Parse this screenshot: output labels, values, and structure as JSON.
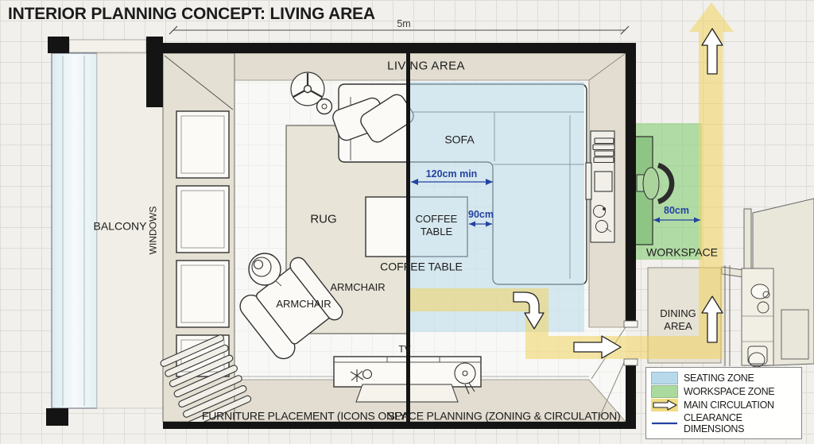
{
  "title": "INTERIOR PLANNING CONCEPT: LIVING AREA",
  "plan": {
    "room_label": "LIVING AREA",
    "balcony_label": "BALCONY",
    "windows_label": "WINDOWS",
    "sofa_label": "SOFA",
    "rug_label": "RUG",
    "coffee_table_label": "COFFEE TABLE",
    "coffee_table_caption": "COFFEE TABLE",
    "armchair_label": "ARMCHAIR",
    "armchair_caption": "ARMCHAIR",
    "tv_label": "TV",
    "workspace_label": "WORKSPACE",
    "dining_label": "DINING AREA",
    "left_half_caption": "FURNITURE PLACEMENT (ICONS ONLY)",
    "right_half_caption": "SPACE PLANNING (ZONING & CIRCULATION)"
  },
  "dimensions": {
    "room_width": "5m",
    "sofa_clearance": "120cm min",
    "table_clearance": "90cm",
    "desk_clearance": "80cm"
  },
  "legend": {
    "items": [
      {
        "label": "SEATING ZONE",
        "color": "#b8d9ea"
      },
      {
        "label": "WORKSPACE ZONE",
        "color": "#abda9e"
      },
      {
        "label": "MAIN CIRCULATION",
        "color": "#f0dc82"
      },
      {
        "label": "CLEARANCE DIMENSIONS",
        "color": "#2343a0"
      }
    ]
  },
  "colors": {
    "seating_zone": "#b8d9ea",
    "workspace_zone": "#8fd07f",
    "circulation": "#f0d45e",
    "dimension_blue": "#2343a0",
    "wall": "#141414"
  }
}
